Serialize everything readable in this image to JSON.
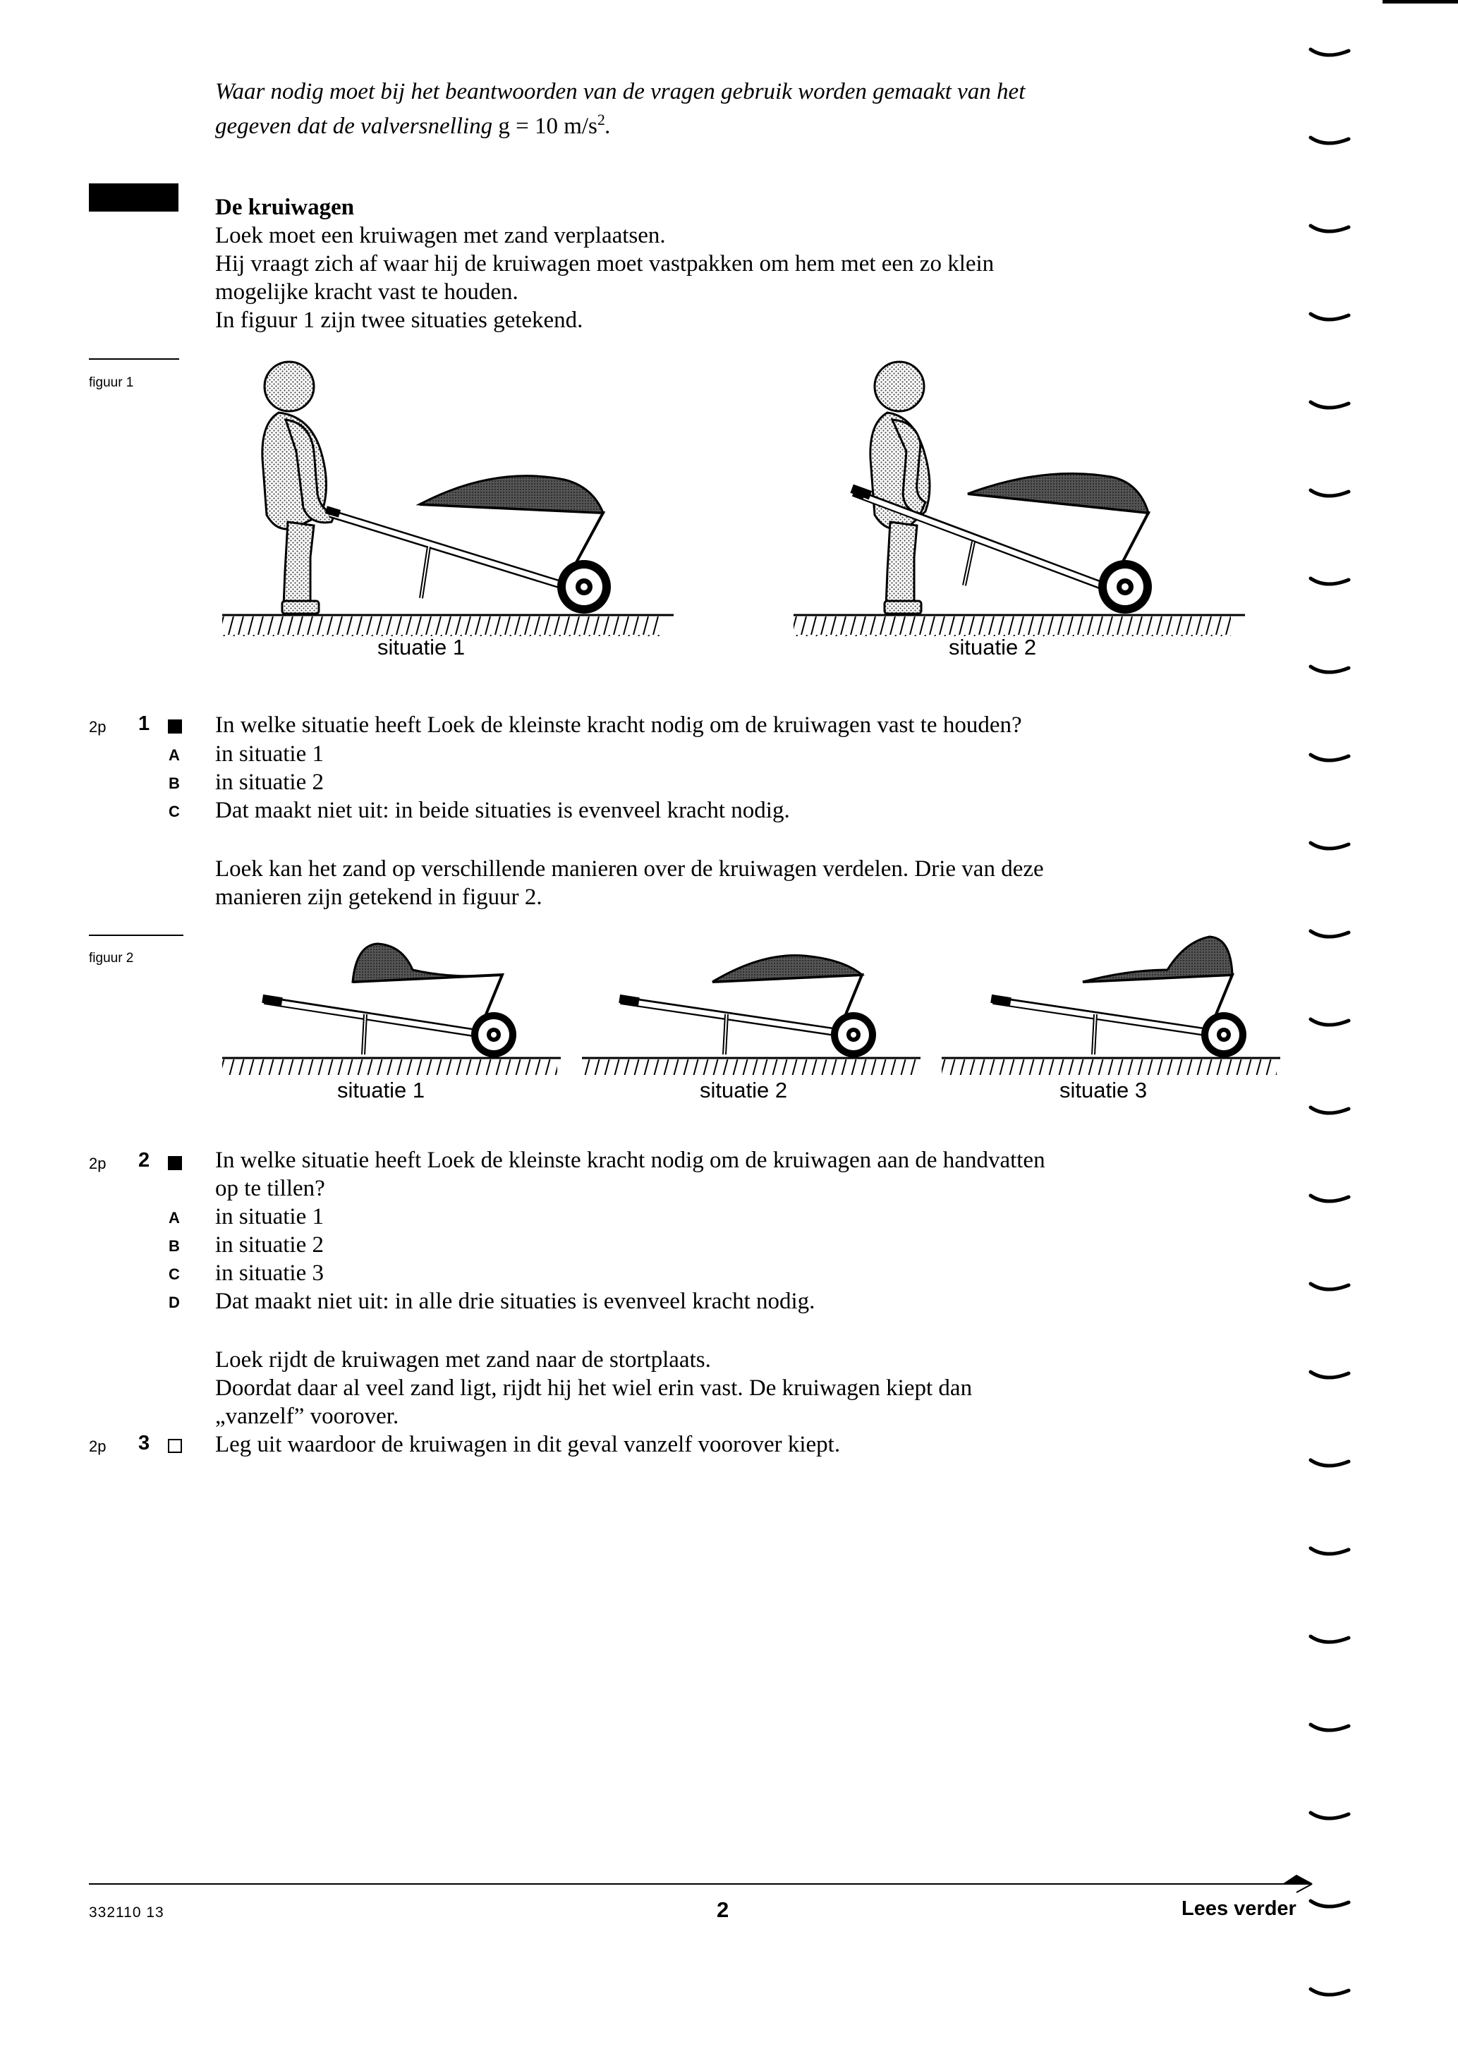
{
  "intro": {
    "line1": "Waar nodig moet bij het beantwoorden van de vragen gebruik worden gemaakt van het",
    "line2_prefix": "gegeven dat de valversnelling ",
    "line2_formula": "g = 10 m/s",
    "line2_exp": "2",
    "line2_suffix": "."
  },
  "section": {
    "title": "De kruiwagen",
    "paragraph": [
      "Loek moet een kruiwagen met zand verplaatsen.",
      "Hij vraagt zich af waar hij de kruiwagen moet vastpakken om hem met een zo klein",
      "mogelijke kracht vast te houden.",
      "In figuur 1 zijn twee situaties getekend."
    ]
  },
  "figure1": {
    "label": "figuur 1",
    "situations": [
      "situatie 1",
      "situatie 2"
    ]
  },
  "question1": {
    "points": "2p",
    "number": "1",
    "text": "In welke situatie heeft Loek de kleinste kracht nodig om de kruiwagen vast te houden?",
    "options": [
      {
        "letter": "A",
        "text": "in situatie 1"
      },
      {
        "letter": "B",
        "text": "in situatie 2"
      },
      {
        "letter": "C",
        "text": "Dat maakt niet uit: in beide situaties is evenveel kracht nodig."
      }
    ]
  },
  "between": [
    "Loek kan het zand op verschillende manieren over de kruiwagen verdelen. Drie van deze",
    "manieren zijn getekend in figuur 2."
  ],
  "figure2": {
    "label": "figuur 2",
    "situations": [
      "situatie 1",
      "situatie 2",
      "situatie 3"
    ]
  },
  "question2": {
    "points": "2p",
    "number": "2",
    "text_lines": [
      "In welke situatie heeft Loek de kleinste kracht nodig om de kruiwagen aan de handvatten",
      "op te tillen?"
    ],
    "options": [
      {
        "letter": "A",
        "text": "in situatie 1"
      },
      {
        "letter": "B",
        "text": "in situatie 2"
      },
      {
        "letter": "C",
        "text": "in situatie 3"
      },
      {
        "letter": "D",
        "text": "Dat maakt niet uit: in alle drie situaties is evenveel kracht nodig."
      }
    ]
  },
  "after": [
    "Loek rijdt de kruiwagen met zand naar de stortplaats.",
    "Doordat daar al veel zand ligt, rijdt hij het wiel erin vast. De kruiwagen kiept dan",
    "„vanzelf” voorover."
  ],
  "question3": {
    "points": "2p",
    "number": "3",
    "text": "Leg uit waardoor de kruiwagen in dit geval vanzelf voorover kiept."
  },
  "footer": {
    "code": "332110  13",
    "page": "2",
    "continue": "Lees verder"
  }
}
